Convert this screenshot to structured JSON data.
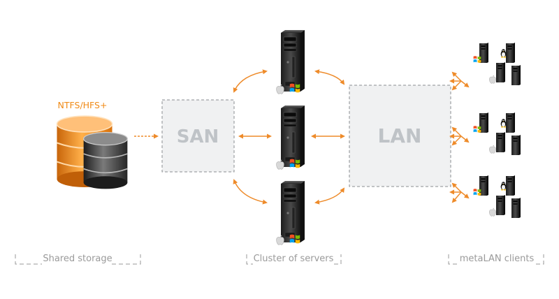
{
  "storage": {
    "filesystem_label": "NTFS/HFS+",
    "section_label": "Shared storage"
  },
  "san": {
    "label": "SAN"
  },
  "lan": {
    "label": "LAN"
  },
  "servers": {
    "section_label": "Cluster of servers"
  },
  "clients": {
    "section_label": "metaLAN clients"
  },
  "colors": {
    "arrow": "#ee8b2a",
    "box_fill": "#f0f1f2",
    "box_stroke": "#8a8d90",
    "box_text": "#bfc3c7",
    "caption": "#9a9a9a",
    "orange_disk": "#f08a16",
    "dark_disk": "#3a3a3a"
  },
  "icons": [
    "database-orange-icon",
    "database-dark-icon",
    "tower-server-icon",
    "windows-logo-icon",
    "apple-logo-icon",
    "linux-tux-icon"
  ]
}
